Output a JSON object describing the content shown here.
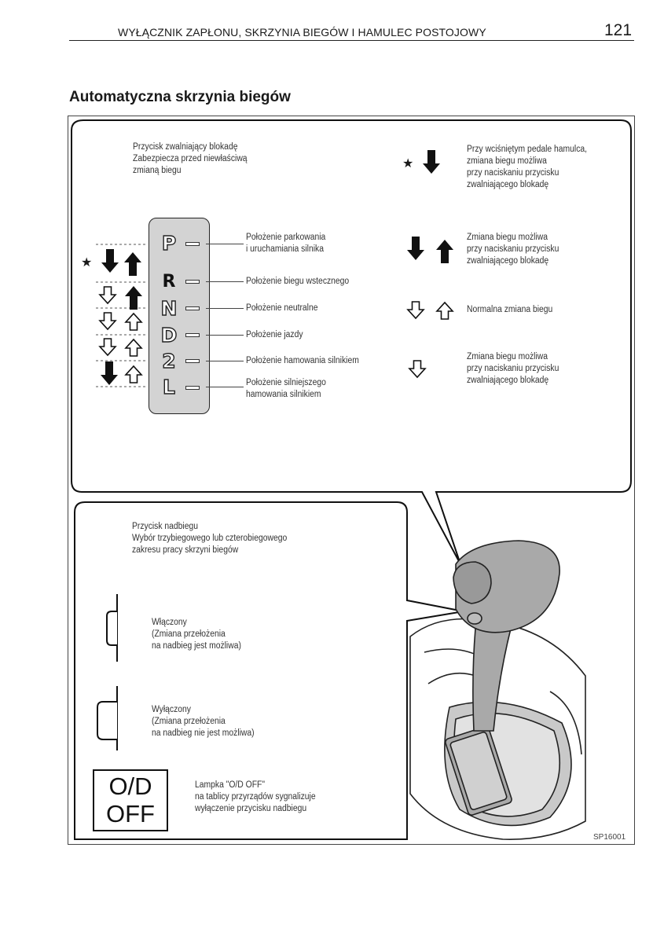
{
  "header": {
    "title": "WYŁĄCZNIK ZAPŁONU, SKRZYNIA BIEGÓW I HAMULEC POSTOJOWY",
    "page_number": "121"
  },
  "section_title": "Automatyczna skrzynia biegów",
  "shift_lock_button": {
    "lines": [
      "Przycisk zwalniający blokadę",
      "Zabezpiecza przed niewłaściwą",
      "zmianą biegu"
    ]
  },
  "gate": {
    "letters": [
      "P",
      "R",
      "N",
      "D",
      "2",
      "L"
    ],
    "position_labels": [
      [
        "Położenie parkowania",
        "i uruchamiania silnika"
      ],
      [
        "Położenie biegu wstecznego"
      ],
      [
        "Położenie neutralne"
      ],
      [
        "Położenie jazdy"
      ],
      [
        "Położenie hamowania silnikiem"
      ],
      [
        "Położenie silniejszego",
        "hamowania silnikiem"
      ]
    ],
    "star_symbol": "★"
  },
  "legend": [
    {
      "icon": "star-black-down-arrow",
      "lines": [
        "Przy wciśniętym pedale hamulca,",
        "zmiana biegu możliwa",
        "przy naciskaniu przycisku",
        "zwalniającego blokadę"
      ]
    },
    {
      "icon": "black-down-up-arrows",
      "lines": [
        "Zmiana biegu możliwa",
        "przy naciskaniu przycisku",
        "zwalniającego blokadę"
      ]
    },
    {
      "icon": "outline-down-up-arrows",
      "lines": [
        "Normalna zmiana biegu"
      ]
    },
    {
      "icon": "outline-down-arrow",
      "lines": [
        "Zmiana biegu możliwa",
        "przy naciskaniu przycisku",
        "zwalniającego blokadę"
      ]
    }
  ],
  "overdrive": {
    "title_lines": [
      "Przycisk nadbiegu",
      "Wybór trzybiegowego lub czterobiegowego",
      "zakresu pracy skrzyni biegów"
    ],
    "on_lines": [
      "Włączony",
      "(Zmiana przełożenia",
      "na nadbieg jest możliwa)"
    ],
    "off_lines": [
      "Wyłączony",
      "(Zmiana przełożenia",
      "na nadbieg nie jest możliwa)"
    ],
    "lamp_text": [
      "O/D",
      "OFF"
    ],
    "lamp_lines": [
      "Lampka \"O/D OFF\"",
      "na tablicy przyrządów sygnalizuje",
      "wyłączenie przycisku nadbiegu"
    ]
  },
  "figure_code": "SP16001",
  "colors": {
    "panel_gray": "#d3d3d3",
    "knob_gray": "#a9a9a9",
    "ink": "#1a1a1a"
  }
}
